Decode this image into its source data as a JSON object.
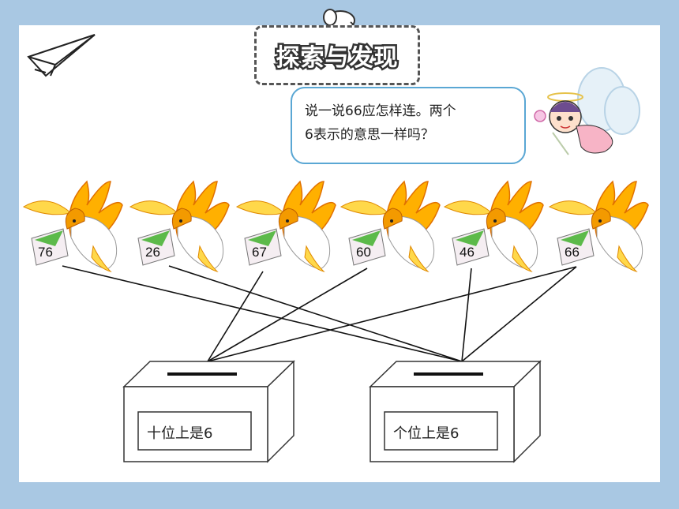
{
  "title": "探索与发现",
  "speech": {
    "line1": "说一说66应怎样连。两个",
    "line2": "6表示的意思一样吗？"
  },
  "birds": [
    {
      "number": "76"
    },
    {
      "number": "26"
    },
    {
      "number": "67"
    },
    {
      "number": "60"
    },
    {
      "number": "46"
    },
    {
      "number": "66"
    }
  ],
  "boxes": [
    {
      "label": "十位上是6"
    },
    {
      "label": "个位上是6"
    }
  ],
  "colors": {
    "background": "#a9c8e3",
    "bird_orange": "#f5a000",
    "bird_yellow": "#ffd84a",
    "envelope_green": "#5cba4a",
    "speech_border": "#5aa7d4"
  },
  "icons": [
    "paper-plane-icon",
    "elephant-icon",
    "angel-fairy-icon",
    "bird-icon"
  ]
}
